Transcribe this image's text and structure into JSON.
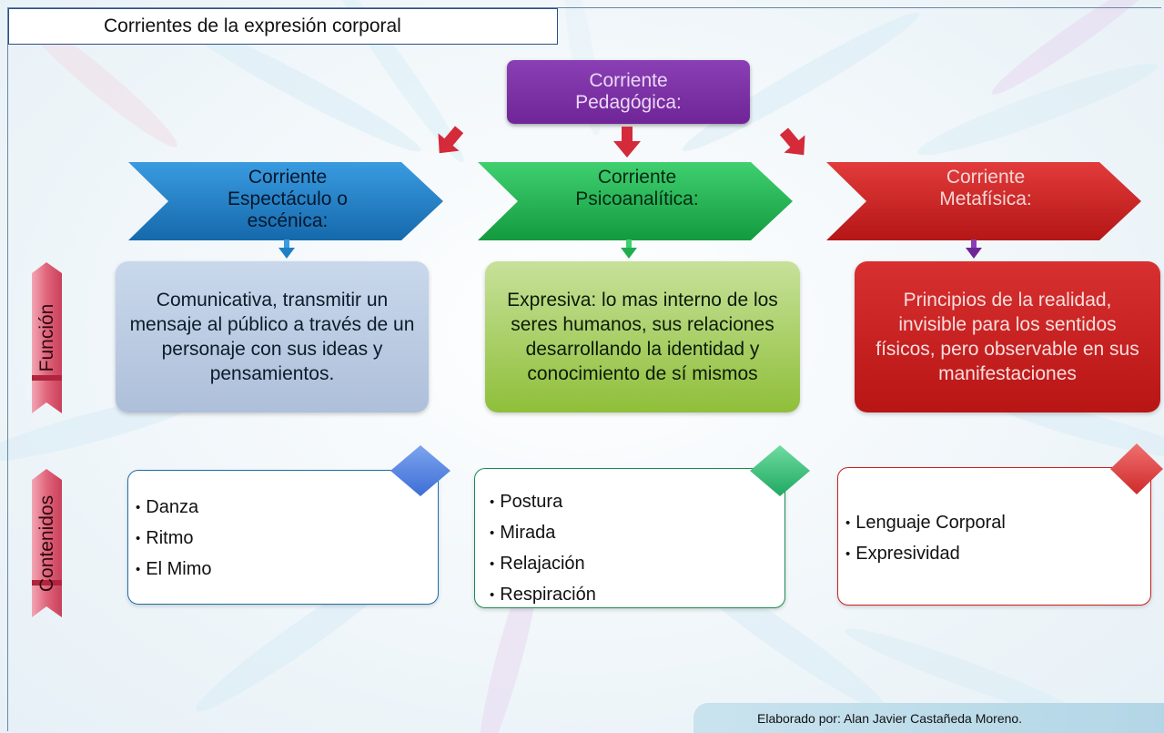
{
  "title": "Corrientes de la expresión corporal",
  "root": {
    "label": "Corriente Pedagógica:",
    "color": "#7030a0"
  },
  "side_labels": {
    "function": "Función",
    "contents": "Contenidos",
    "color": "#d9536a"
  },
  "columns": [
    {
      "heading": "Corriente Espectáculo o escénica:",
      "color": "#1f7fc4",
      "function_text": "Comunicativa, transmitir un mensaje al público a través de un personaje  con sus ideas y pensamientos.",
      "contents": [
        "Danza",
        "Ritmo",
        "El Mimo"
      ]
    },
    {
      "heading": "Corriente Psicoanalítica:",
      "color": "#1fae4f",
      "function_text": "Expresiva: lo mas interno de los seres humanos, sus relaciones desarrollando la identidad y conocimiento de sí mismos",
      "contents": [
        "Postura",
        "Mirada",
        "Relajación",
        "Respiración"
      ]
    },
    {
      "heading": "Corriente Metafísica:",
      "color": "#cc1d1d",
      "function_text": "Principios de la realidad, invisible para los sentidos físicos, pero observable en sus manifestaciones",
      "contents": [
        "Lenguaje Corporal",
        "Expresividad"
      ]
    }
  ],
  "footer": "Elaborado por: Alan Javier Castañeda Moreno."
}
